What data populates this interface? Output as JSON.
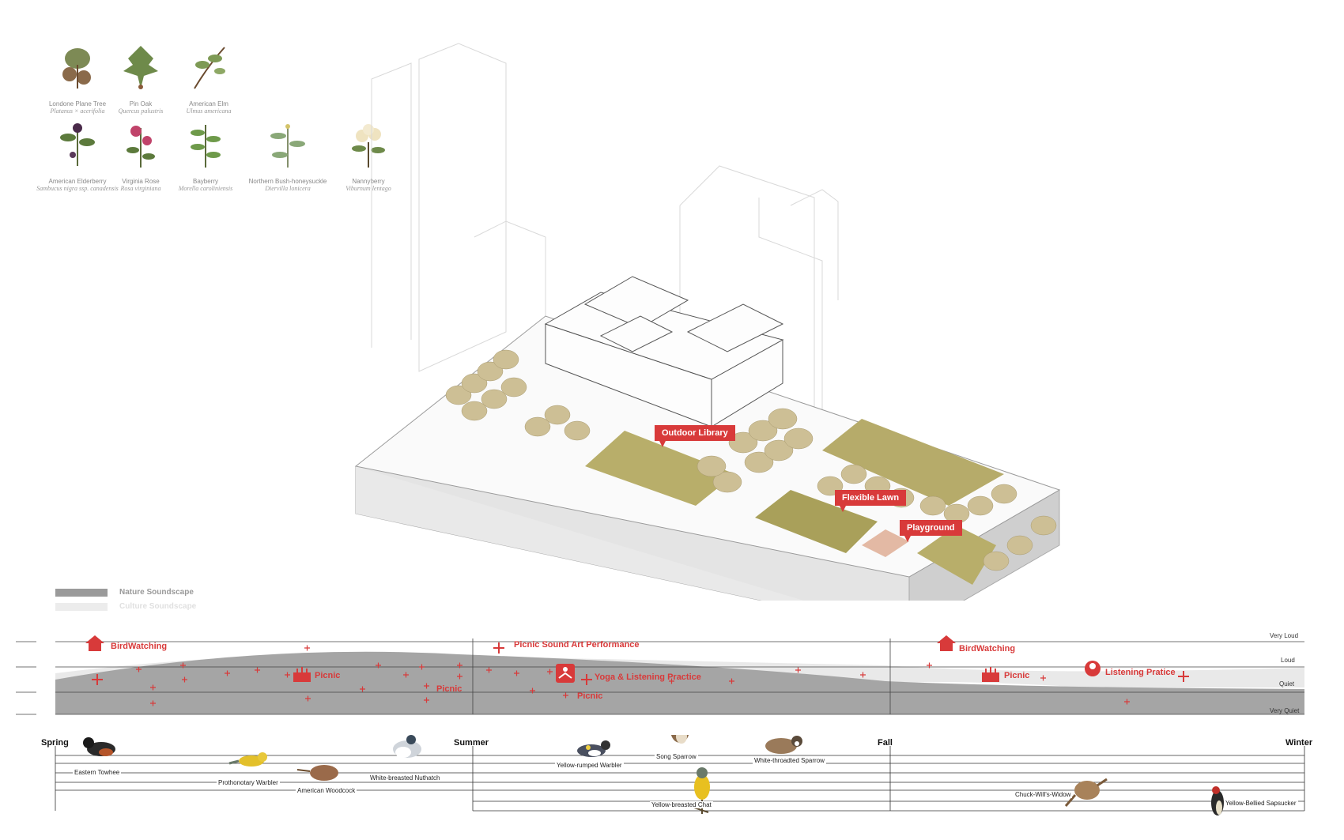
{
  "plants": [
    {
      "name": "Londone Plane Tree",
      "scientific": "Platanus × acerifolia",
      "icon": "plane-tree-illustration"
    },
    {
      "name": "Pin Oak",
      "scientific": "Quercus palustris",
      "icon": "pin-oak-illustration"
    },
    {
      "name": "American Elm",
      "scientific": "Ulmus americana",
      "icon": "elm-illustration"
    },
    {
      "name": "American Elderberry",
      "scientific": "Sambucus nigra ssp. canadensis",
      "icon": "elderberry-illustration"
    },
    {
      "name": "Virginia Rose",
      "scientific": "Rosa virginiana",
      "icon": "rose-illustration"
    },
    {
      "name": "Bayberry",
      "scientific": "Morella caroliniensis",
      "icon": "bayberry-illustration"
    },
    {
      "name": "Northern Bush-honeysuckle",
      "scientific": "Diervilla lonicera",
      "icon": "honeysuckle-illustration"
    },
    {
      "name": "Nannyberry",
      "scientific": "Viburnum lentago",
      "icon": "nannyberry-illustration"
    }
  ],
  "site_labels": {
    "outdoor_library": "Outdoor Library",
    "flexible_lawn": "Flexible Lawn",
    "playground": "Playground"
  },
  "legend": {
    "nature": "Nature Soundscape",
    "culture": "Culture Soundscape",
    "nature_color": "#9a9a9a",
    "culture_color": "#e6e6e6"
  },
  "levels": {
    "very_loud": "Very Loud",
    "loud": "Loud",
    "quiet": "Quiet",
    "very_quiet": "Very Quiet"
  },
  "activities": {
    "birdwatching_spring": "BirdWatching",
    "picnic_spring_1": "Picnic",
    "picnic_spring_2": "Picnic",
    "summer_performance": "Picnic Sound Art Performance",
    "yoga": "Yoga & Listening Practice",
    "picnic_summer": "Picnic",
    "birdwatching_fall": "BirdWatching",
    "picnic_fall": "Picnic",
    "listening": "Listening Pratice"
  },
  "seasons": {
    "spring": "Spring",
    "summer": "Summer",
    "fall": "Fall",
    "winter": "Winter"
  },
  "birds": {
    "eastern_towhee": "Eastern Towhee",
    "prothonotary": "Prothonotary Warbler",
    "woodcock": "American Woodcock",
    "nuthatch": "White-breasted Nuthatch",
    "yellow_rumped": "Yellow-rumped Warbler",
    "song_sparrow": "Song Sparrow",
    "white_throated": "White-throadted Sparrow",
    "chat": "Yellow-breasted Chat",
    "chuck_will": "Chuck-Will's-Widow",
    "sapsucker": "Yellow-Bellied Sapsucker"
  },
  "colors": {
    "accent_red": "#d83a3a",
    "lawn": "#b8ae6a",
    "tree": "#c9b98e"
  }
}
